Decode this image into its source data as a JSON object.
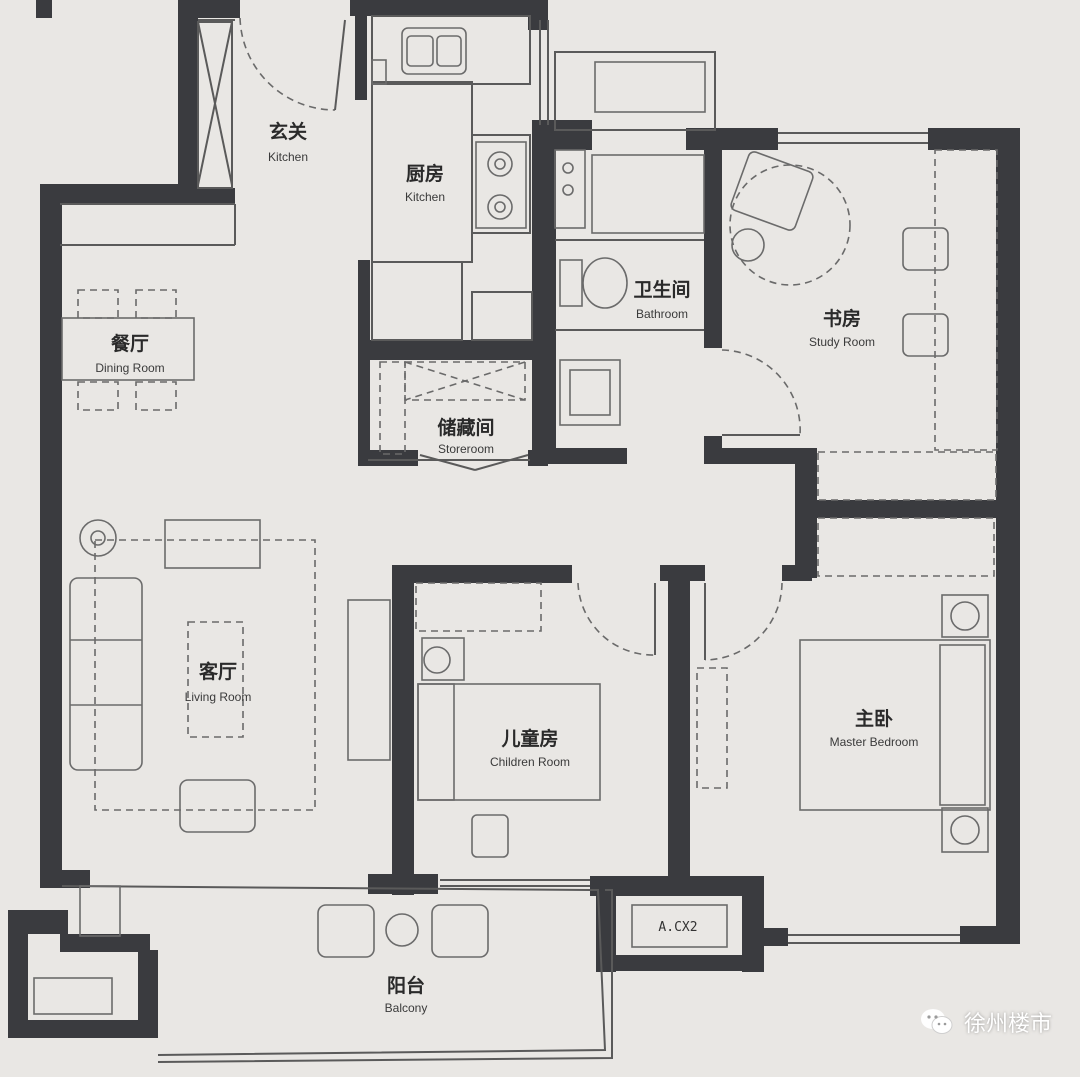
{
  "rooms": {
    "foyer": {
      "zh": "玄关",
      "en": "Kitchen"
    },
    "kitchen": {
      "zh": "厨房",
      "en": "Kitchen"
    },
    "bathroom": {
      "zh": "卫生间",
      "en": "Bathroom"
    },
    "study": {
      "zh": "书房",
      "en": "Study Room"
    },
    "dining": {
      "zh": "餐厅",
      "en": "Dining Room"
    },
    "storeroom": {
      "zh": "储藏间",
      "en": "Storeroom"
    },
    "living": {
      "zh": "客厅",
      "en": "Living Room"
    },
    "children": {
      "zh": "儿童房",
      "en": "Children Room"
    },
    "master": {
      "zh": "主卧",
      "en": "Master Bedroom"
    },
    "balcony": {
      "zh": "阳台",
      "en": "Balcony"
    }
  },
  "ac_tag": "A.CX2",
  "watermark": {
    "text": "徐州楼市",
    "icon": "wechat-icon"
  },
  "colors": {
    "background": "#e9e7e4",
    "wall": "#3a3b3f"
  }
}
